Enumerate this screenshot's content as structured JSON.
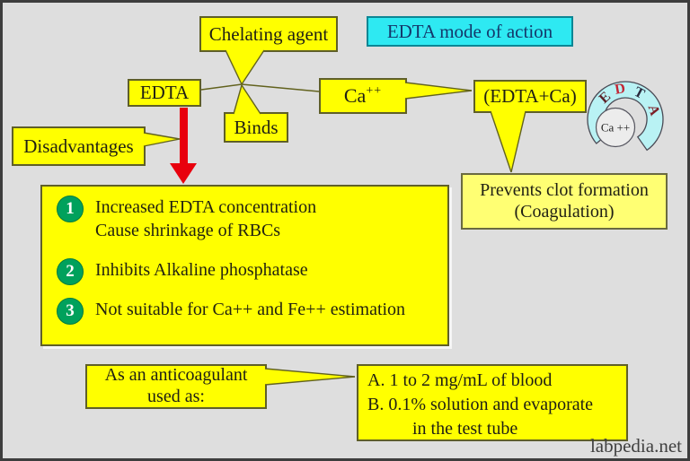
{
  "palette": {
    "background": "#dedede",
    "box_yellow": "#ffff00",
    "light_yellow": "#ffff73",
    "title_cyan": "#2ee9f2",
    "logo_pale_cyan": "#b9f2f4",
    "arrow_red": "#e8000d",
    "list_circle_green": "#00a15c"
  },
  "title_box": {
    "label": "EDTA mode of action"
  },
  "boxes": {
    "chelating": {
      "label": "Chelating agent"
    },
    "edta": {
      "label": "EDTA"
    },
    "binds": {
      "label": "Binds"
    },
    "ca": {
      "base": "Ca",
      "sup": "++"
    },
    "edta_ca": {
      "label": "(EDTA+Ca)"
    },
    "disadvantages": {
      "label": "Disadvantages"
    },
    "prevents": {
      "text": "Prevents clot formation\n(Coagulation)"
    },
    "anticoagulant": {
      "text": "As an anticoagulant\nused as:"
    },
    "dosage": {
      "text": "A. 1 to 2 mg/mL of blood\nB. 0.1% solution and evaporate\n          in the test tube"
    }
  },
  "disadvantages_list": {
    "items": [
      {
        "num": "1",
        "text": "Increased EDTA concentration\nCause shrinkage of RBCs"
      },
      {
        "num": "2",
        "text": "Inhibits Alkaline phosphatase"
      },
      {
        "num": "3",
        "text": "Not suitable for Ca++ and Fe++ estimation"
      }
    ]
  },
  "logo": {
    "letters": [
      "E",
      "D",
      "T",
      "A"
    ],
    "center_label": "Ca ++"
  },
  "watermark": "labpedia.net"
}
